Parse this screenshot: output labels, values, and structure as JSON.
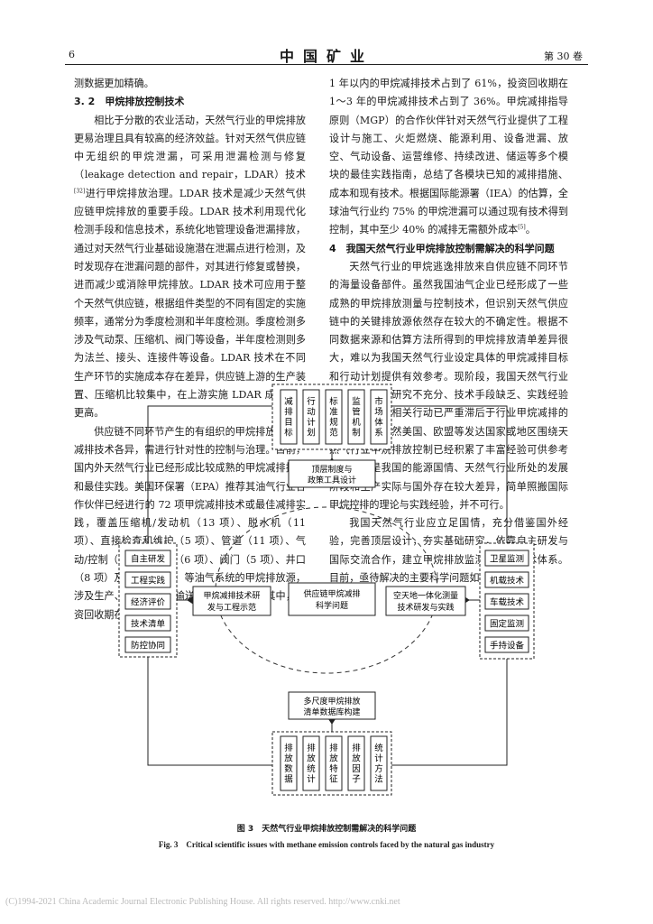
{
  "header": {
    "page_number": "6",
    "journal_title": "中国矿业",
    "volume": "第 30 卷"
  },
  "left_column": {
    "para0": "测数据更加精确。",
    "section_3_2": "3. 2　甲烷排放控制技术",
    "para1": "相比于分散的农业活动，天然气行业的甲烷排放更易治理且具有较高的经济效益。针对天然气供应链中无组织的甲烷泄漏，可采用泄漏检测与修复（leakage detection and repair，LDAR）技术",
    "para1_ref": "[32]",
    "para1_b": "进行甲烷排放治理。LDAR 技术是减少天然气供应链甲烷排放的重要手段。LDAR 技术利用现代化检测手段和信息技术，系统化地管理设备泄漏排放，通过对天然气行业基础设施潜在泄漏点进行检测，及时发现存在泄漏问题的部件，对其进行修复或替换，进而减少或消除甲烷排放。LDAR 技术可应用于整个天然气供应链，根据组件类型的不同有固定的实施频率，通常分为季度检测和半年度检测。季度检测多涉及气动泵、压缩机、阀门等设备，半年度检测则多为法兰、接头、连接件等设备。LDAR 技术在不同生产环节的实施成本存在差异，供应链上游的生产装置、压缩机比较集中，在上游实施 LDAR 成本效益更高。",
    "para2": "供应链不同环节产生的有组织的甲烷排放适用的减排技术各异，需进行针对性的控制与治理。目前，国内外天然气行业已经形成比较成熟的甲烷减排技术和最佳实践。美国环保署（EPA）推荐其油气行业合作伙伴已经进行的 72 项甲烷减排技术或最佳减排实践，覆盖压缩机/发动机（13 项）、脱水机（11 项）、直接检查和维护（5 项）、管道（11 项）、气动/控制（5 项）、储罐（6 项）、阀门（5 项）、井口（8 项）及其他（8 项）等油气系统的甲烷排放源，涉及生产、加工处理、输送、分配等环节。其中，投资回收期在"
  },
  "right_column": {
    "para3": "1 年以内的甲烷减排技术占到了 61%，投资回收期在 1～3 年的甲烷减排技术占到了 36%。甲烷减排指导原则（MGP）的合作伙伴针对天然气行业提供了工程设计与施工、火炬燃烧、能源利用、设备泄漏、放空、气动设备、运营维修、持续改进、储运等多个模块的最佳实践指南，总结了各模块已知的减排措施、成本和现有技术。根据国际能源署（IEA）的估算，全球油气行业约 75% 的甲烷泄漏可以通过现有技术得到控制，其中至少 40% 的减排无需额外成本",
    "para3_ref": "[5]",
    "para3_end": "。",
    "section_4": "4　我国天然气行业甲烷排放控制需解决的科学问题",
    "para4": "天然气行业的甲烷逃逸排放来自供应链不同环节的海量设备部件。虽然我国油气企业已经形成了一些成熟的甲烷排放测量与控制技术，但识别天然气供应链中的关键排放源依然存在较大的不确定性。根据不同数据来源和估算方法所得到的甲烷排放清单差异很大，难以为我国天然气行业设定具体的甲烷减排目标和行动计划提供有效参考。现阶段，我国天然气行业甲烷减排存在研究不充分、技术手段缺乏、实践经验不足等问题，相关行动已严重滞后于行业甲烷减排的迫切需求。虽然美国、欧盟等发达国家或地区围绕天然气行业甲烷排放控制已经积累了丰富经验可供参考借鉴，但是我国的能源国情、天然气行业所处的发展阶段和生产实际与国外存在较大差异，简单照搬国际甲烷控排的理论与实践经验，并不可行。",
    "para5": "我国天然气行业应立足国情，充分借鉴国外经验，完善顶层设计，夯实基础研究，依靠自主研发与国际交流合作，建立甲烷排放监测和控制技术体系。目前，亟待解决的主要科学问题如图 3 所示。"
  },
  "figure": {
    "center": [
      "供应链甲烷减排",
      "科学问题"
    ],
    "top_box": [
      "顶层制度与",
      "政策工具设计"
    ],
    "left_box": [
      "甲烷减排技术研",
      "发与工程示范"
    ],
    "right_box": [
      "空天地一体化测量",
      "技术研发与实践"
    ],
    "bottom_box": [
      "多尺度甲烷排放",
      "清单数据库构建"
    ],
    "top_items": [
      "减排目标",
      "行动计划",
      "标准规范",
      "监管机制",
      "市场体系"
    ],
    "bottom_items": [
      "排放数据",
      "排放统计",
      "排放特征",
      "排放因子",
      "统计方法"
    ],
    "left_items": [
      "自主研发",
      "工程实践",
      "经济评价",
      "技术清单",
      "防控协同"
    ],
    "right_items": [
      "卫星监测",
      "机载技术",
      "车载技术",
      "固定监测",
      "手持设备"
    ]
  },
  "caption": {
    "zh": "图 3　天然气行业甲烷排放控制需解决的科学问题",
    "en": "Fig. 3　Critical scientific issues with methane emission controls faced by the natural gas industry"
  },
  "footer": {
    "copyright": "(C)1994-2021 China Academic Journal Electronic Publishing House. All rights reserved.    http://www.cnki.net"
  }
}
